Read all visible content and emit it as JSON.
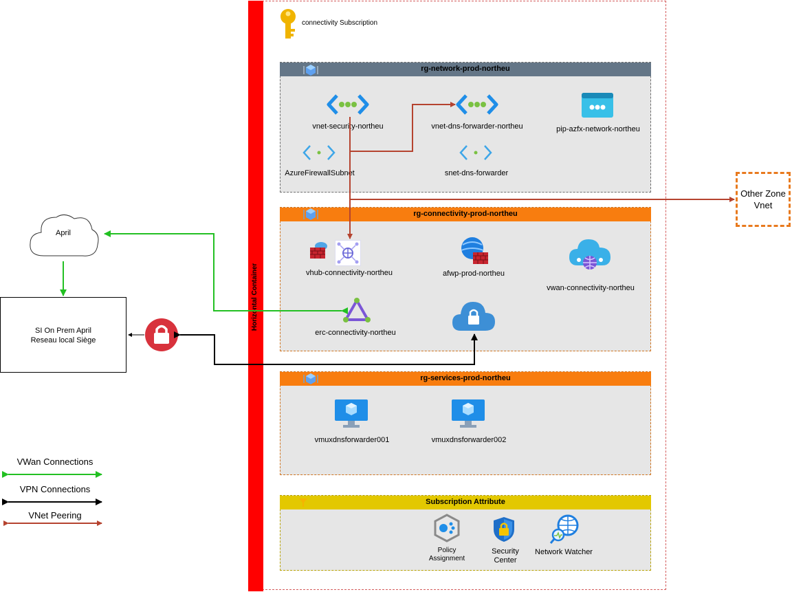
{
  "subscription": {
    "label": "connectivity Subscription"
  },
  "container": {
    "label": "Horizontal Container"
  },
  "groups": {
    "network": {
      "title": "rg-network-prod-northeu",
      "items": {
        "vnet_security": "vnet-security-northeu",
        "vnet_dns": "vnet-dns-forwarder-northeu",
        "pip": "pip-azfx-network-northeu",
        "afw_subnet": "AzureFirewallSubnet",
        "snet_dns": "snet-dns-forwarder"
      }
    },
    "connectivity": {
      "title": "rg-connectivity-prod-northeu",
      "items": {
        "vhub": "vhub-connectivity-northeu",
        "afwp": "afwp-prod-northeu",
        "vwan": "vwan-connectivity-northeu",
        "erc": "erc-connectivity-northeu"
      }
    },
    "services": {
      "title": "rg-services-prod-northeu",
      "items": {
        "vm1": "vmuxdnsforwarder001",
        "vm2": "vmuxdnsforwarder002"
      }
    },
    "attributes": {
      "title": "Subscription Attribute",
      "items": {
        "policy_line1": "Policy",
        "policy_line2": "Assignment",
        "security_line1": "Security",
        "security_line2": "Center",
        "watcher": "Network Watcher"
      }
    }
  },
  "external": {
    "other_zone_line1": "Other Zone",
    "other_zone_line2": "Vnet",
    "april": "April",
    "onprem_line1": "SI On Prem April",
    "onprem_line2": "Reseau local Siège"
  },
  "legend": {
    "vwan": "VWan Connections",
    "vpn": "VPN Connections",
    "peering": "VNet Peering"
  },
  "colors": {
    "vwan": "#22c022",
    "vpn": "#000000",
    "peering": "#b5432f",
    "network_header": "#647687",
    "rg_header": "#f87d0f",
    "attr_header": "#e3c800",
    "container_bar": "#ff0000",
    "other_zone_border": "#e87a1e"
  }
}
